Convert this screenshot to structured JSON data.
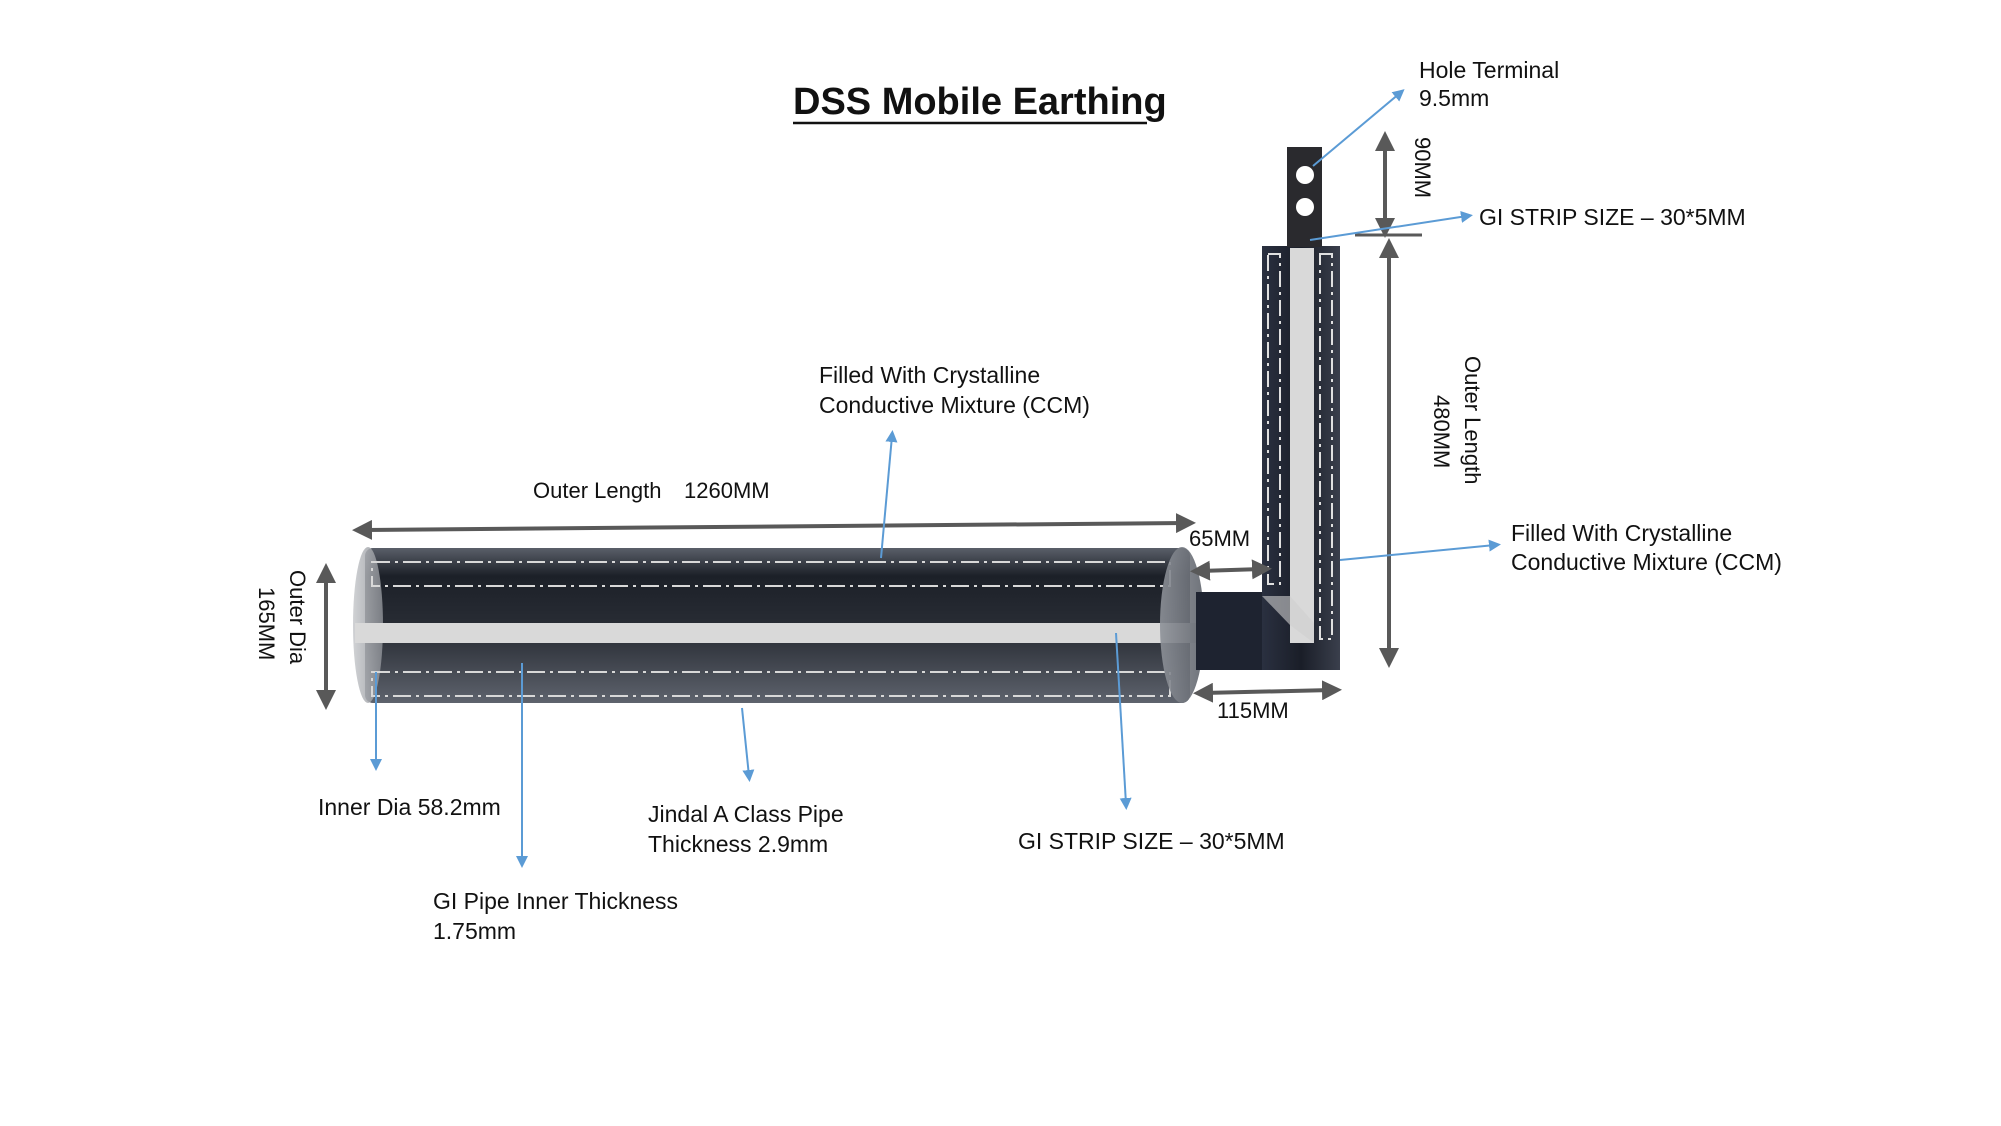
{
  "title": "DSS Mobile Earthing",
  "labels": {
    "hole_terminal_line1": "Hole Terminal",
    "hole_terminal_line2": "9.5mm",
    "gi_strip_top": "GI STRIP SIZE – 30*5MM",
    "ccm_top_line1": "Filled With Crystalline",
    "ccm_top_line2": "Conductive Mixture (CCM)",
    "ccm_right_line1": "Filled With Crystalline",
    "ccm_right_line2": "Conductive Mixture (CCM)",
    "inner_dia": "Inner Dia 58.2mm",
    "jindal_line1": "Jindal A Class Pipe",
    "jindal_line2": "Thickness 2.9mm",
    "gi_pipe_line1": "GI Pipe Inner Thickness",
    "gi_pipe_line2": "1.75mm",
    "gi_strip_bottom": "GI STRIP SIZE – 30*5MM"
  },
  "dimensions": {
    "outer_length_h_label": "Outer Length",
    "outer_length_h_value": "1260MM",
    "outer_dia_label": "Outer Dia",
    "outer_dia_value": "165MM",
    "vertical_offset": "65MM",
    "horizontal_offset": "115MM",
    "terminal_height": "90MM",
    "outer_length_v_label": "Outer Length",
    "outer_length_v_value": "480MM"
  },
  "colors": {
    "pipe_dark": "#1c2028",
    "pipe_mid": "#4a4f59",
    "strip": "#d9d9d9",
    "leader": "#5b9bd5",
    "dim_arrow": "#595959",
    "text": "#111111"
  }
}
